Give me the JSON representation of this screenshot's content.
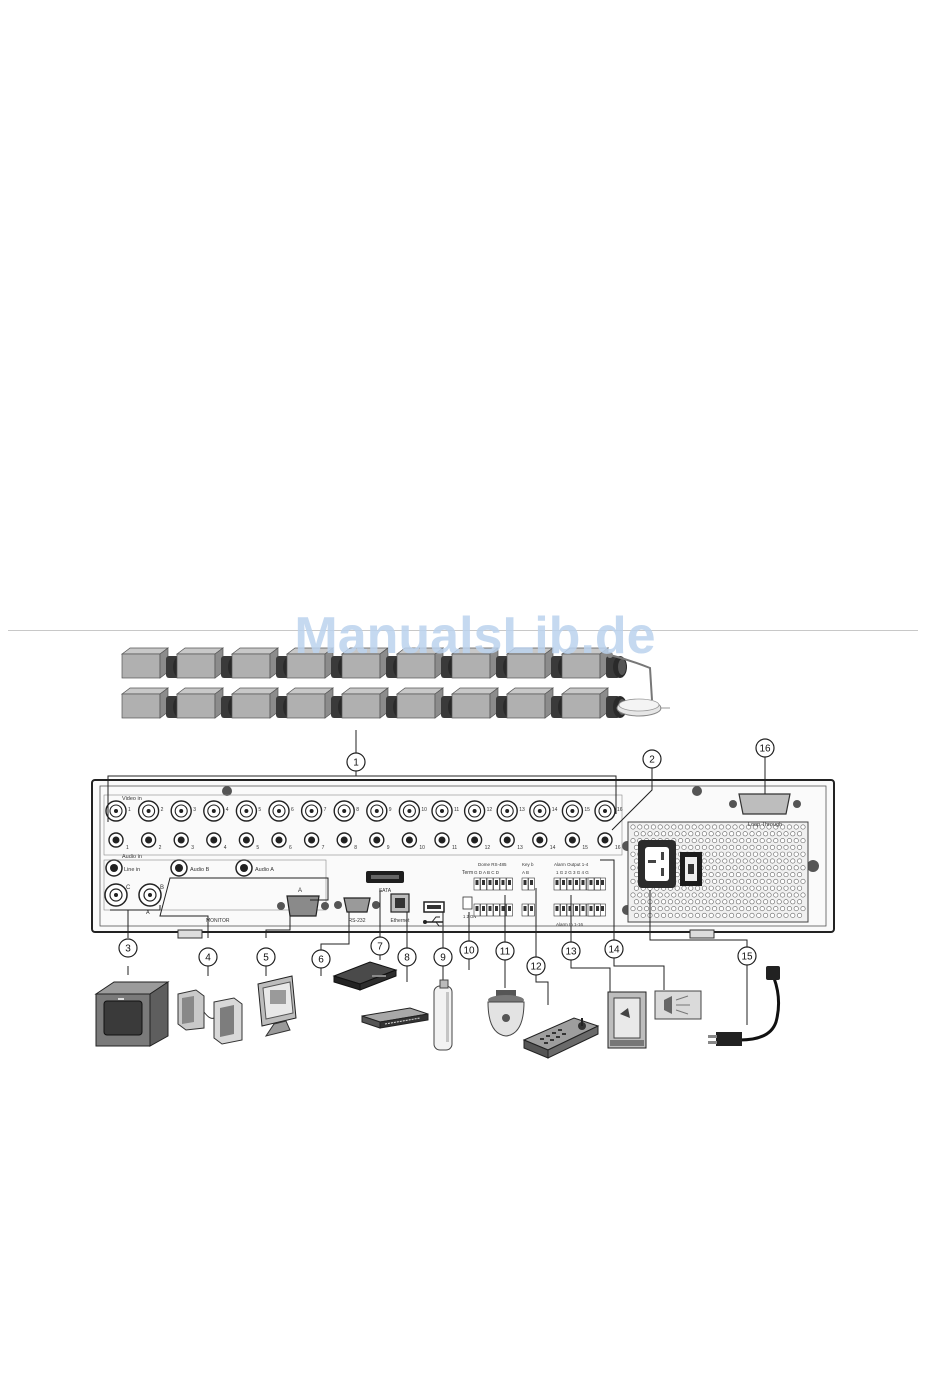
{
  "watermark": "ManualsLib.de",
  "panel": {
    "video_in_label": "Video in",
    "audio_in_label": "Audio in",
    "line_in_label": "Line in",
    "audio_a_label": "Audio A",
    "audio_b_label": "Audio B",
    "spot_c_label": "C",
    "spot_b_label": "B",
    "spot_a_label": "A",
    "vga_label": "A",
    "spot_bottom_label": "A",
    "monitor_label": "MONITOR",
    "rs232_label": "RS-232",
    "sata_label": "SATA",
    "ethernet_label": "Ethernet",
    "term_label": "Term",
    "rs485_label": "Dome RS-485",
    "rs485_pins": "G D A B C D",
    "keyb_label": "Key b",
    "keyb_pins": "A B",
    "alarm_out_label": "Alarm Output 1-4",
    "alarm_out_pins": "1 G 2 G 3 G 4 G",
    "alarm_in_label": "Alarm In 1-16",
    "dip_label": "1 2 ON",
    "loop_through_label": "Loop Through",
    "channels": [
      "1",
      "2",
      "3",
      "4",
      "5",
      "6",
      "7",
      "8",
      "9",
      "10",
      "11",
      "12",
      "13",
      "14",
      "15",
      "16"
    ]
  },
  "callouts": [
    "1",
    "2",
    "3",
    "4",
    "5",
    "6",
    "7",
    "8",
    "9",
    "10",
    "11",
    "12",
    "13",
    "14",
    "15",
    "16"
  ]
}
